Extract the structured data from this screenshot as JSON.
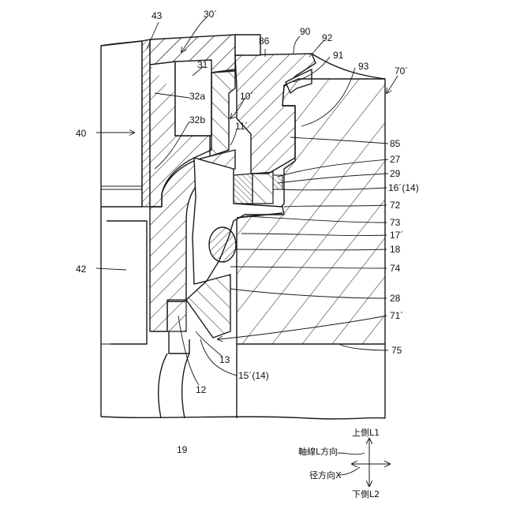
{
  "labels": {
    "l43": "43",
    "l30": "30´",
    "l86": "86",
    "l90": "90",
    "l92": "92",
    "l91": "91",
    "l93": "93",
    "l70": "70´",
    "l31": "31",
    "l32a": "32a",
    "l10": "10´",
    "l32b": "32b",
    "l11": "11´",
    "l40": "40",
    "l85": "85",
    "l27": "27",
    "l29": "29",
    "l16": "16´(14)",
    "l72": "72",
    "l73": "73",
    "l17": "17´",
    "l18": "18",
    "l42": "42",
    "l74": "74",
    "l28": "28",
    "l71": "71´",
    "l75": "75",
    "l13": "13",
    "l15": "15´(14)",
    "l12": "12",
    "l19": "19"
  },
  "legend": {
    "up": "上側L1",
    "axial": "軸線L方向",
    "radial": "径方向X",
    "down": "下側L2"
  }
}
